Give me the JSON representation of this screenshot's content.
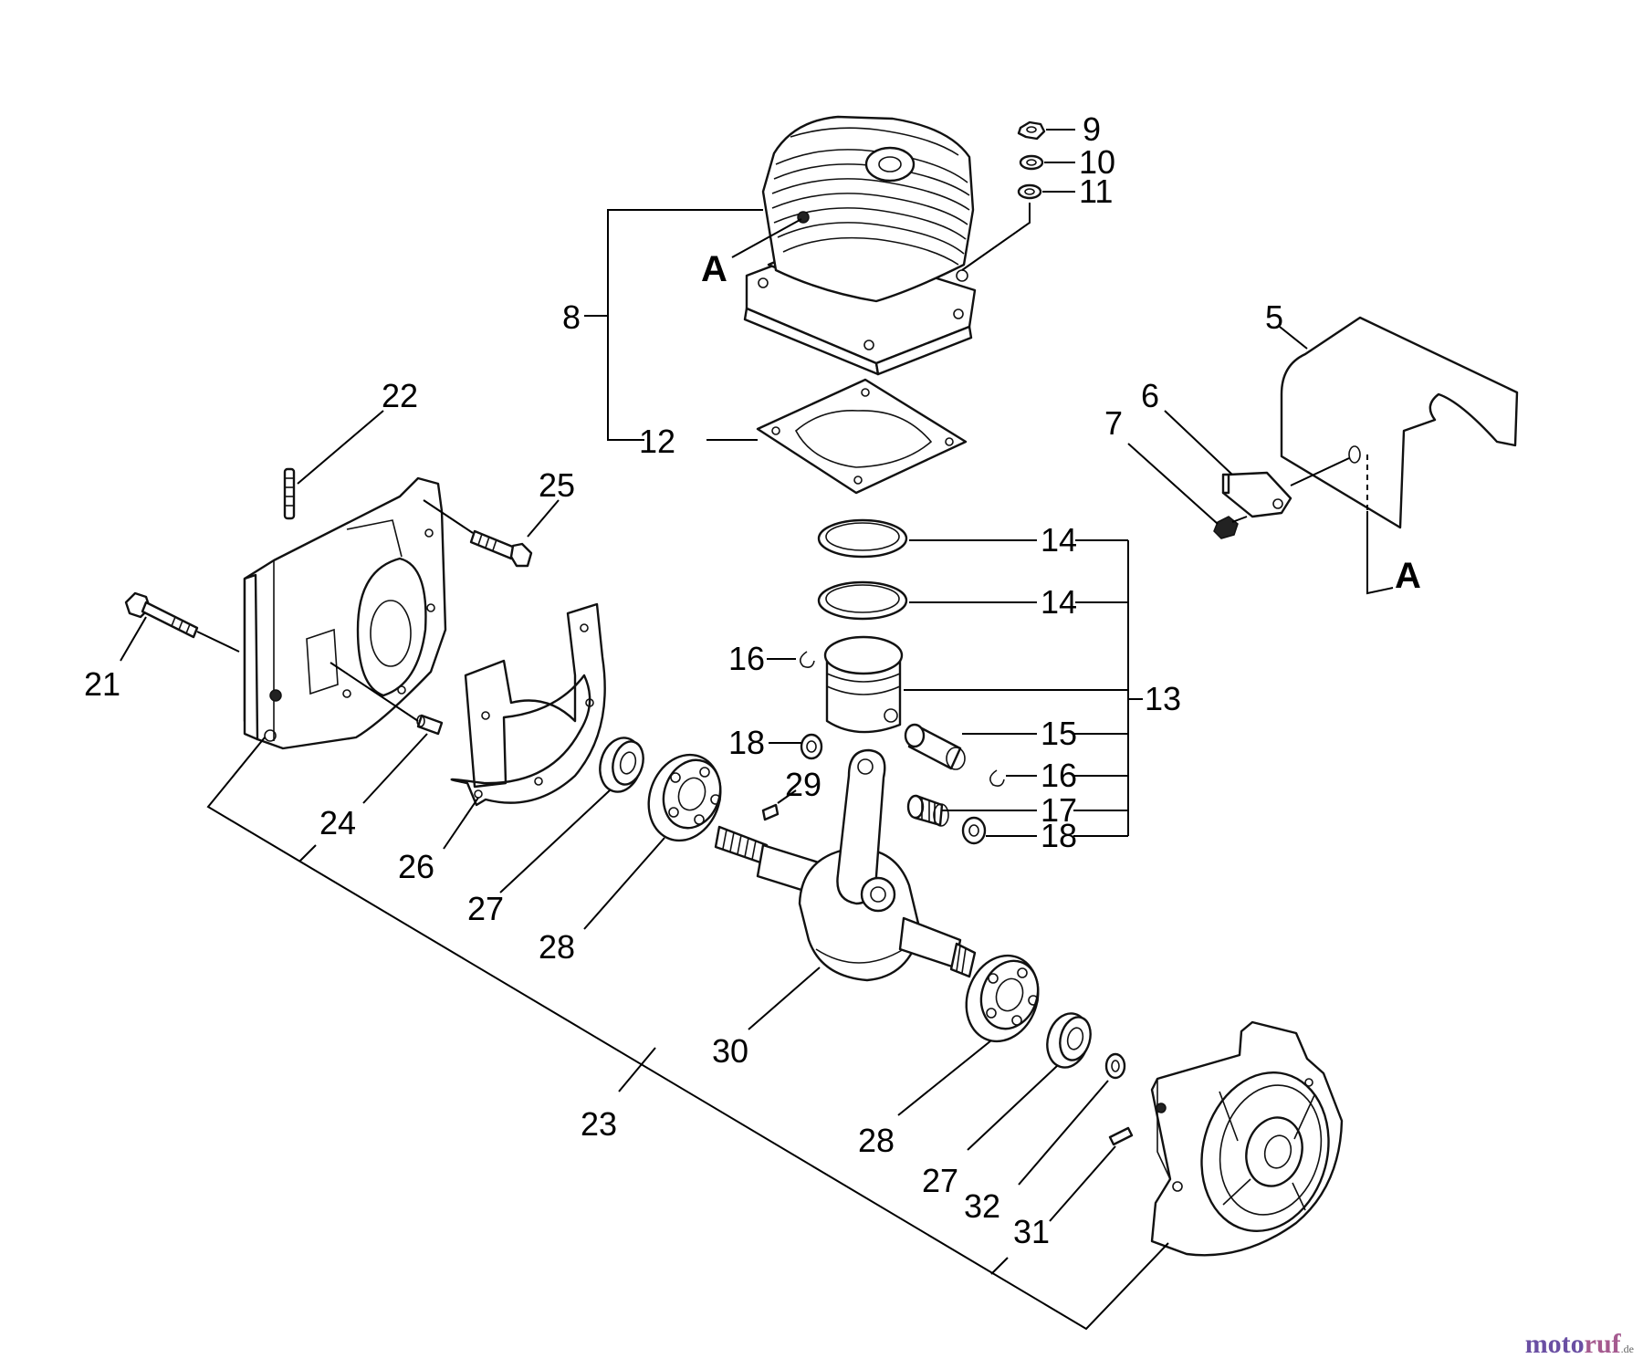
{
  "labels": {
    "l5": "5",
    "l6": "6",
    "l7": "7",
    "l8": "8",
    "l9": "9",
    "l10": "10",
    "l11": "11",
    "l12": "12",
    "l13": "13",
    "l14a": "14",
    "l14b": "14",
    "l15": "15",
    "l16a": "16",
    "l16b": "16",
    "l17": "17",
    "l18a": "18",
    "l18b": "18",
    "l21": "21",
    "l22": "22",
    "l23": "23",
    "l24": "24",
    "l25": "25",
    "l26": "26",
    "l27a": "27",
    "l27b": "27",
    "l28a": "28",
    "l28b": "28",
    "l29": "29",
    "l30": "30",
    "l31": "31",
    "l32": "32",
    "markerA1": "A",
    "markerA2": "A"
  },
  "watermark": {
    "text1": "moto",
    "text2": "ruf",
    "suffix": ".de"
  }
}
